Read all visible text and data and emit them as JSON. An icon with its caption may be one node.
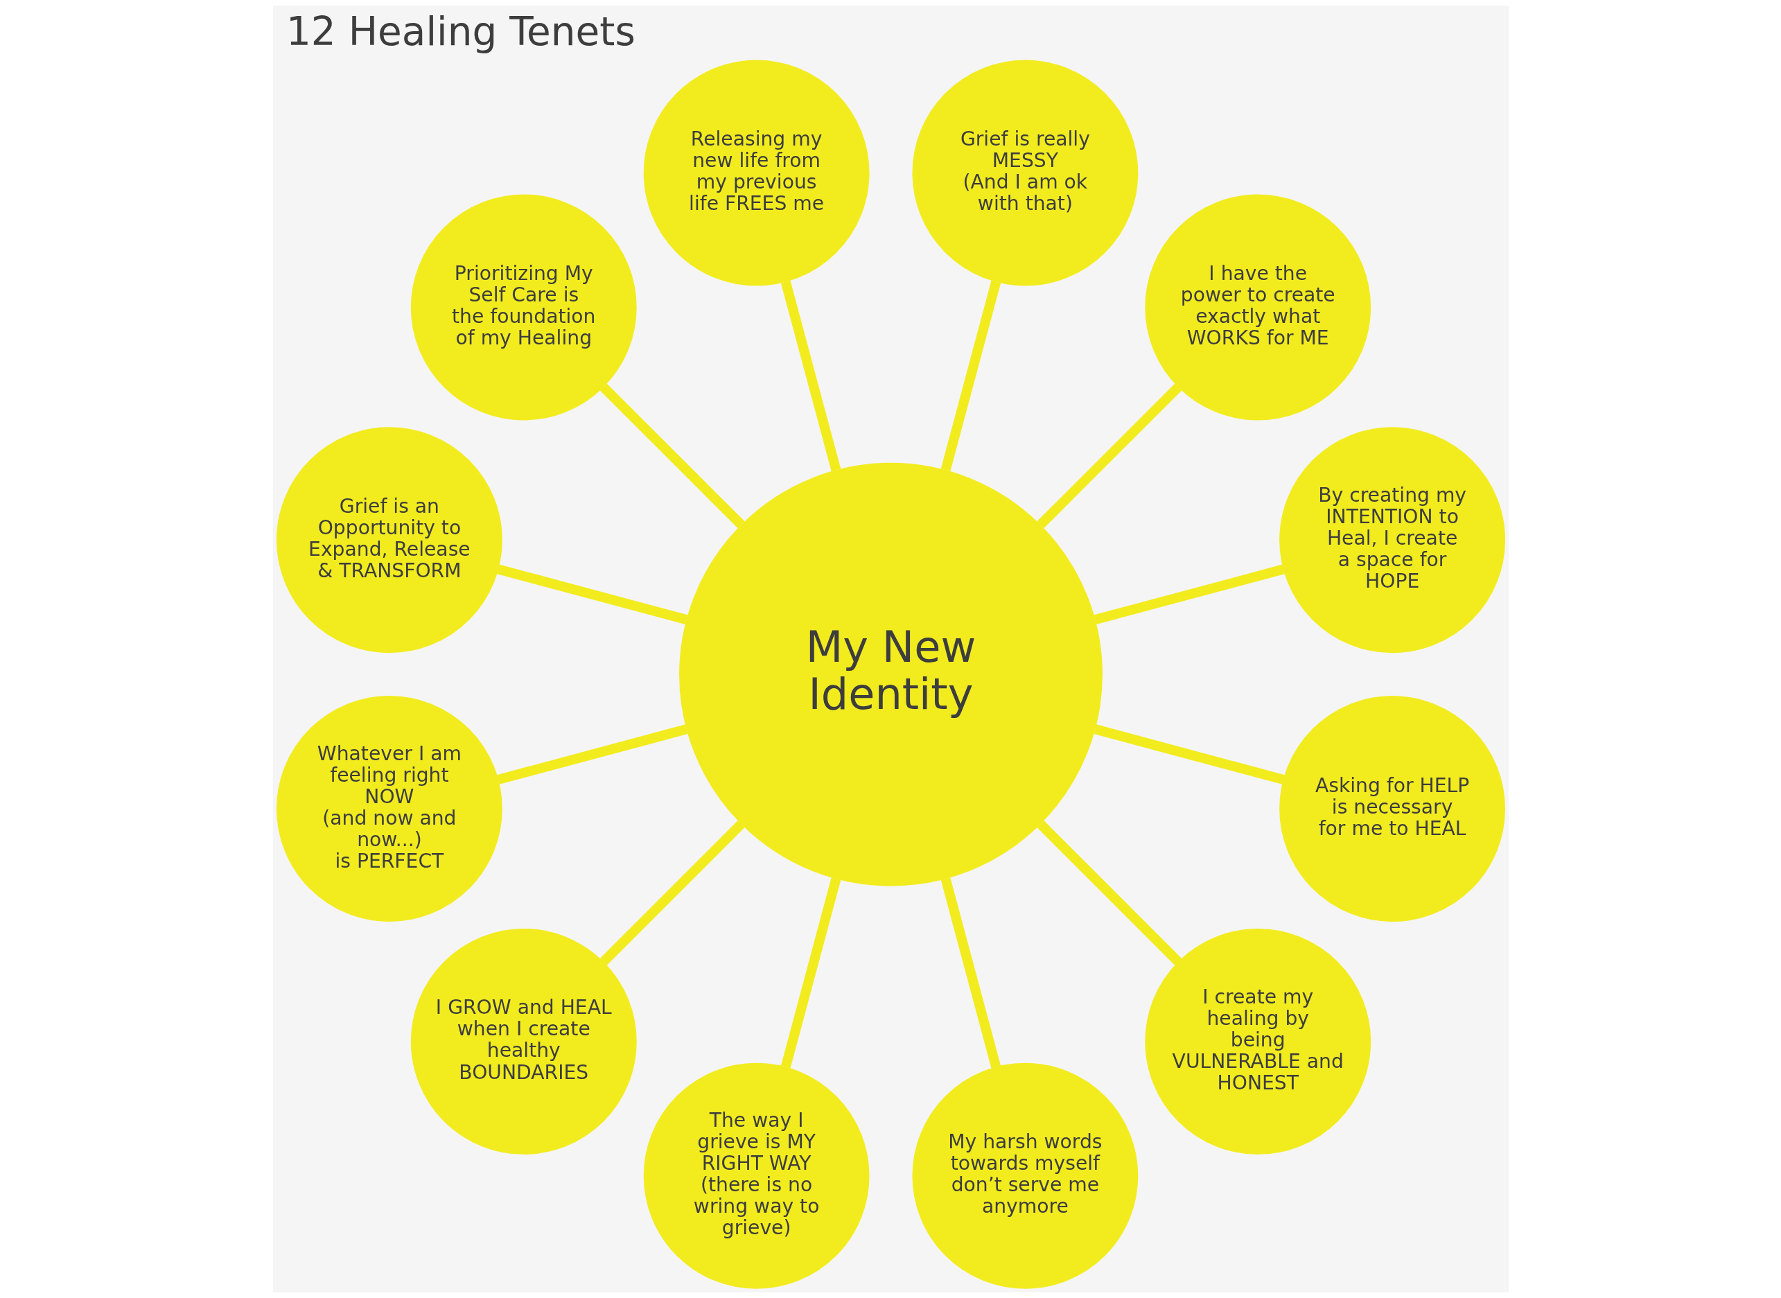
{
  "diagram": {
    "title": "12 Healing Tenets",
    "nodes": [
      {
        "text": [
          "My New Identity"
        ]
      },
      {
        "text": [
          "By creating my INTENTION to Heal, I create a space for HOPE"
        ]
      },
      {
        "text": [
          "I have the power to create exactly what WORKS for ME"
        ]
      },
      {
        "text": [
          "Grief is really MESSY",
          "(And I am ok with that)"
        ]
      },
      {
        "text": [
          "Releasing my new life from my previous life FREES me"
        ]
      },
      {
        "text": [
          "Prioritizing My Self Care is the foundation of my Healing"
        ]
      },
      {
        "text": [
          "Grief is an Opportunity to Expand, Release & TRANSFORM"
        ]
      },
      {
        "text": [
          "Whatever I am feeling right NOW",
          "(and now and now...)",
          "is PERFECT"
        ]
      },
      {
        "text": [
          "I GROW and HEAL when I create healthy BOUNDARIES"
        ]
      },
      {
        "text": [
          "The way I grieve is MY RIGHT WAY",
          "(there is no wring way to grieve)"
        ]
      },
      {
        "text": [
          "My harsh words towards myself don’t serve me anymore"
        ]
      },
      {
        "text": [
          "I create my healing by being VULNERABLE and HONEST"
        ]
      },
      {
        "text": [
          "Asking for HELP is necessary for me to HEAL"
        ]
      }
    ],
    "edges": [
      {
        "from": 0,
        "to": 1,
        "arrow": "none"
      },
      {
        "from": 0,
        "to": 2,
        "arrow": "none"
      },
      {
        "from": 0,
        "to": 3,
        "arrow": "none"
      },
      {
        "from": 0,
        "to": 4,
        "arrow": "none"
      },
      {
        "from": 0,
        "to": 5,
        "arrow": "none"
      },
      {
        "from": 0,
        "to": 6,
        "arrow": "none"
      },
      {
        "from": 0,
        "to": 7,
        "arrow": "none"
      },
      {
        "from": 0,
        "to": 8,
        "arrow": "none"
      },
      {
        "from": 0,
        "to": 9,
        "arrow": "none"
      },
      {
        "from": 0,
        "to": 10,
        "arrow": "none"
      },
      {
        "from": 0,
        "to": 11,
        "arrow": "none"
      },
      {
        "from": 0,
        "to": 12,
        "arrow": "none"
      }
    ]
  }
}
